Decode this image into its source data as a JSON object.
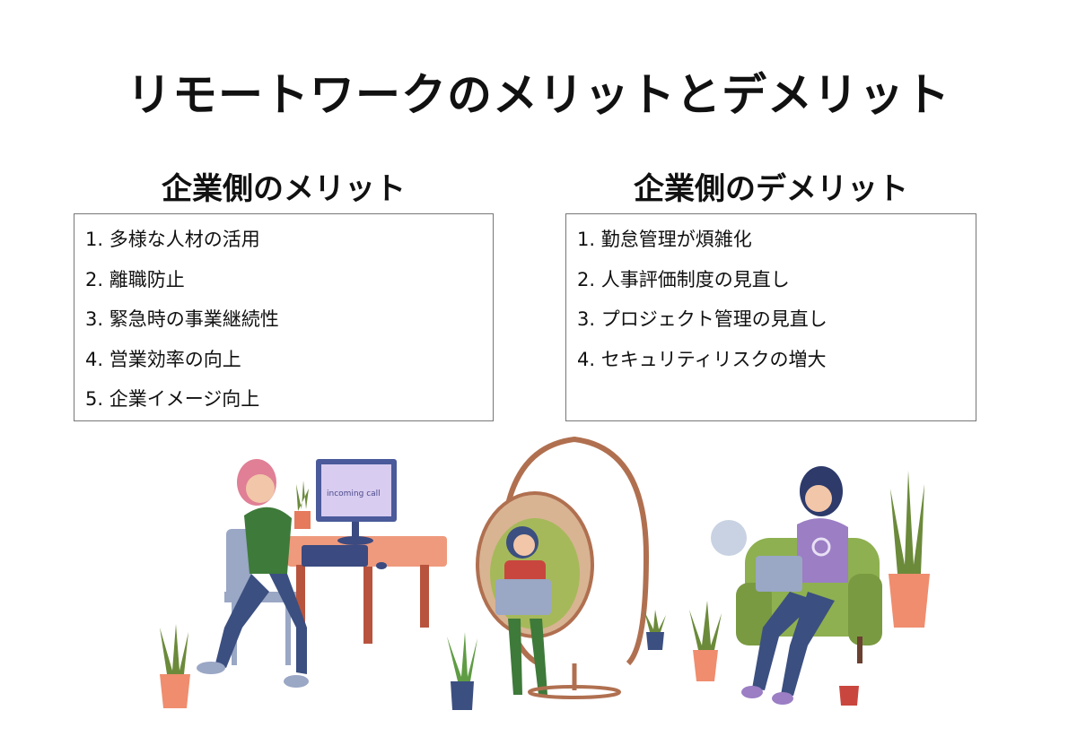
{
  "title": "リモートワークのメリットとデメリット",
  "merits": {
    "heading": "企業側のメリット",
    "items": [
      "1. 多様な人材の活用",
      "2. 離職防止",
      "3. 緊急時の事業継続性",
      "4. 営業効率の向上",
      "5. 企業イメージ向上"
    ]
  },
  "demerits": {
    "heading": "企業側のデメリット",
    "items": [
      "1. 勤怠管理が煩雑化",
      "2. 人事評価制度の見直し",
      "3. プロジェクト管理の見直し",
      "4. セキュリティリスクの増大"
    ]
  },
  "illustration": {
    "monitor_text": "incoming call"
  }
}
